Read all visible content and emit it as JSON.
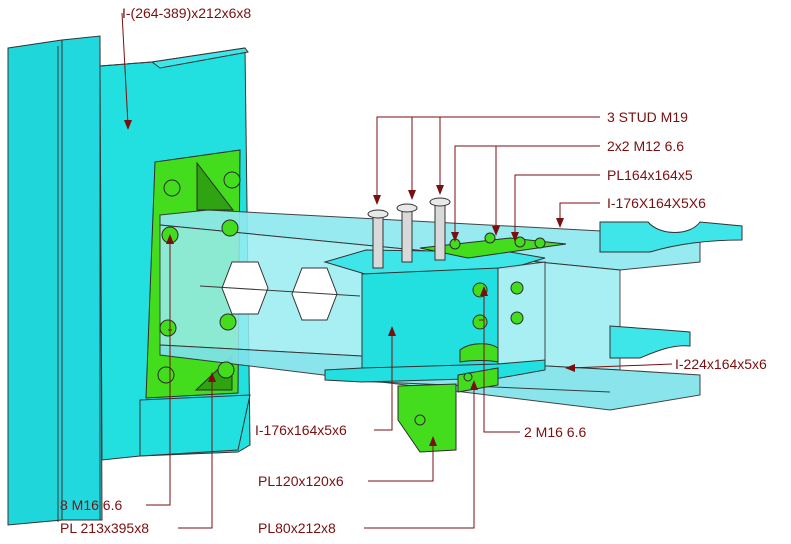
{
  "labels": {
    "column_section": "I-(264-389)x212x6x8",
    "studs": "3 STUD M19",
    "top_bolts": "2x2 M12 6.6",
    "top_plate": "PL164x164x5",
    "beam_right_top": "I-176X164X5X6",
    "beam_main": "I-224x164x5x6",
    "beam_short": "I-176x164x5x6",
    "bottom_bolts": "2 M16 6.6",
    "seat_plate": "PL120x120x6",
    "end_plate_bolts": "8 M16 6.6",
    "end_plate": "PL 213x395x8",
    "bottom_plate": "PL80x212x8"
  },
  "colors": {
    "steel": "#22e0e0",
    "steel_dark": "#15b8bd",
    "plate": "#44dd1e",
    "plate_dark": "#2fa312",
    "beam_translucent": "#8ee9ef",
    "label": "#7a0f10"
  }
}
